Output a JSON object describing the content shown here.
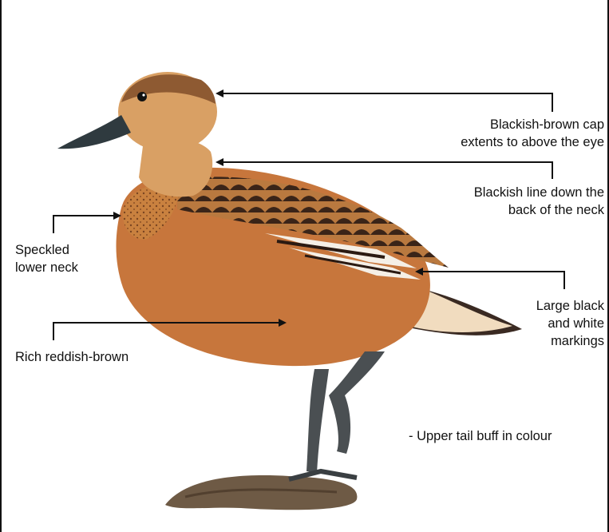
{
  "labels": {
    "cap": [
      "Blackish-brown cap",
      "extents to above the eye"
    ],
    "neck_line": [
      "Blackish line down the",
      "back of the neck"
    ],
    "speckled": [
      "Speckled",
      "lower neck"
    ],
    "reddish": "Rich reddish-brown",
    "markings": [
      "Large black",
      "and white",
      "markings"
    ],
    "tail": "- Upper tail buff in colour"
  },
  "colors": {
    "background": "#ffffff",
    "leader_line": "#111111",
    "body": "#c7763c",
    "head": "#d9a064",
    "wing_dark": "#3a2418",
    "tail_buff": "#f1dcbf",
    "legs": "#4a4f52",
    "rock": "#6e5a45"
  },
  "subject": "Whistling duck standing on a rock"
}
